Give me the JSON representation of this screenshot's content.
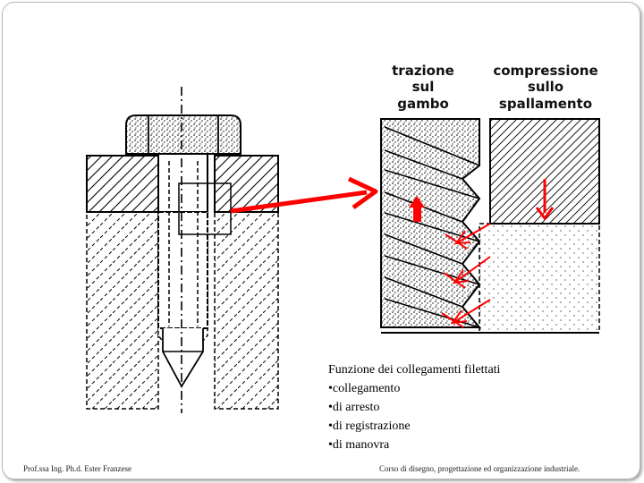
{
  "labels": {
    "tension": [
      "trazione",
      "sul",
      "gambo"
    ],
    "compression": [
      "compressione",
      "sullo",
      "spallamento"
    ]
  },
  "caption": {
    "title": "Funzione dei collegamenti filettati",
    "items": [
      "collegamento",
      "di arresto",
      "di registrazione",
      "di manovra"
    ]
  },
  "footer": {
    "left": "Prof.ssa Ing. Ph.d. Ester Franzese",
    "right": "Corso di disegno, progettazione ed organizzazione industriale."
  },
  "colors": {
    "accent": "#ff0000",
    "ink": "#000000",
    "frame": "#b9b9b9"
  }
}
